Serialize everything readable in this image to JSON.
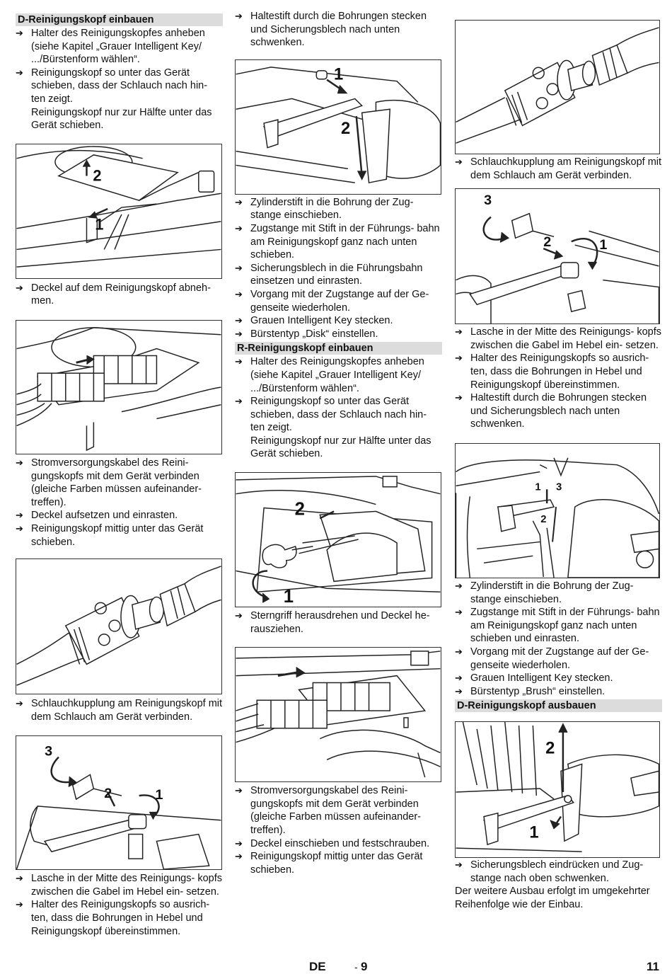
{
  "footer": {
    "lang": "DE",
    "dash": "-",
    "page_sub": "9",
    "page_num": "11"
  },
  "col1": {
    "heading": "D-Reinigungskopf einbauen",
    "s1": [
      "Halter des Reinigungskopfes anheben (siehe Kapitel „Grauer Intelligent Key/ .../Bürstenform wählen“.",
      "Reinigungskopf so unter das Gerät schieben, dass der Schlauch nach hin- ten zeigt."
    ],
    "p1": "Reinigungskopf nur zur Hälfte unter das Gerät schieben.",
    "fig1": {
      "n1": "1",
      "n2": "2"
    },
    "s2": [
      "Deckel auf dem Reinigungskopf abneh- men."
    ],
    "s3": [
      "Stromversorgungskabel des Reini- gungskopfs mit dem Gerät verbinden (gleiche Farben müssen aufeinander- treffen).",
      "Deckel aufsetzen und einrasten.",
      "Reinigungskopf mittig unter das Gerät schieben."
    ],
    "s4": [
      "Schlauchkupplung am Reinigungskopf mit dem Schlauch am Gerät verbinden."
    ],
    "fig5": {
      "n1": "1",
      "n2": "2",
      "n3": "3"
    },
    "s5": [
      "Lasche in der Mitte des Reinigungs- kopfs zwischen die Gabel im Hebel ein- setzen.",
      "Halter des Reinigungskopfs so ausrich- ten, dass die Bohrungen in Hebel und Reinigungskopf übereinstimmen."
    ]
  },
  "col2": {
    "s1": [
      "Haltestift durch die Bohrungen stecken und Sicherungsblech nach unten schwenken."
    ],
    "fig1": {
      "n1": "1",
      "n2": "2"
    },
    "s2": [
      "Zylinderstift in die Bohrung der Zug- stange einschieben.",
      "Zugstange mit Stift in der Führungs- bahn am Reinigungskopf ganz nach unten schieben.",
      "Sicherungsblech in die Führungsbahn einsetzen und einrasten.",
      "Vorgang mit der Zugstange auf der Ge- genseite wiederholen.",
      "Grauen Intelligent Key stecken.",
      "Bürstentyp „Disk“ einstellen."
    ],
    "heading": "R-Reinigungskopf einbauen",
    "s3": [
      "Halter des Reinigungskopfes anheben (siehe Kapitel „Grauer Intelligent Key/ .../Bürstenform wählen“.",
      "Reinigungskopf so unter das Gerät schieben, dass der Schlauch nach hin- ten zeigt."
    ],
    "p1": "Reinigungskopf nur zur Hälfte unter das Gerät schieben.",
    "fig2": {
      "n1": "1",
      "n2": "2"
    },
    "s4": [
      "Sterngriff herausdrehen und Deckel he- rausziehen."
    ],
    "s5": [
      "Stromversorgungskabel des Reini- gungskopfs mit dem Gerät verbinden (gleiche Farben müssen aufeinander- treffen).",
      "Deckel einschieben und festschrauben.",
      "Reinigungskopf mittig unter das Gerät schieben."
    ]
  },
  "col3": {
    "s1": [
      "Schlauchkupplung am Reinigungskopf mit dem Schlauch am Gerät verbinden."
    ],
    "fig2": {
      "n1": "1",
      "n2": "2",
      "n3": "3"
    },
    "s2": [
      "Lasche in der Mitte des Reinigungs- kopfs zwischen die Gabel im Hebel ein- setzen.",
      "Halter des Reinigungskopfs so ausrich- ten, dass die Bohrungen in Hebel und Reinigungskopf übereinstimmen.",
      "Haltestift durch die Bohrungen stecken und Sicherungsblech nach unten schwenken."
    ],
    "fig3": {
      "n1": "1",
      "n2": "2",
      "n3": "3"
    },
    "s3": [
      "Zylinderstift in die Bohrung der Zug- stange einschieben.",
      "Zugstange mit Stift in der Führungs- bahn am Reinigungskopf ganz nach unten schieben und einrasten.",
      "Vorgang mit der Zugstange auf der Ge- genseite wiederholen.",
      "Grauen Intelligent Key stecken.",
      "Bürstentyp „Brush“ einstellen."
    ],
    "heading": "D-Reinigungskopf ausbauen",
    "fig4": {
      "n1": "1",
      "n2": "2"
    },
    "s4": [
      "Sicherungsblech eindrücken und Zug- stange nach oben schwenken."
    ],
    "p1": "Der weitere Ausbau erfolgt im umgekehrter Reihenfolge wie der Einbau."
  }
}
